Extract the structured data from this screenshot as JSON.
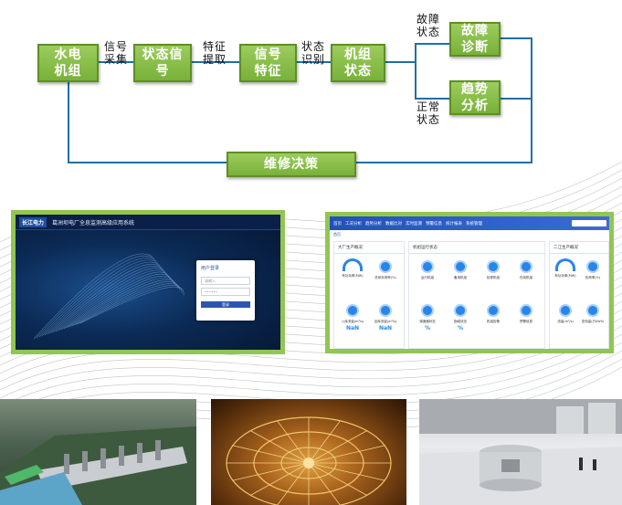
{
  "flow": {
    "nodes": {
      "hydro_unit": "水电\n机组",
      "state_signal": "状态信\n号",
      "signal_feature": "信号\n特征",
      "unit_state": "机组\n状态",
      "fault_diagnosis": "故障\n诊断",
      "trend_analysis": "趋势\n分析",
      "maintenance_decision": "维修决策"
    },
    "edge_labels": {
      "signal_acquisition": "信号\n采集",
      "feature_extraction": "特征\n提取",
      "state_recognition": "状态\n识别",
      "fault_state": "故障\n状态",
      "normal_state": "正常\n状态"
    }
  },
  "colors": {
    "node_green": "#78b139",
    "line_blue": "#1f6fa8",
    "panel_border": "#92c653",
    "dash_nav": "#2451b8"
  },
  "login_screen": {
    "logo": "长江电力",
    "system_name": "葛洲坝电厂全息监测高级应用系统",
    "box_title": "用户登录",
    "username_placeholder": "请输入",
    "password_placeholder": "••••••",
    "login_button": "登录"
  },
  "dashboard": {
    "nav_items": [
      "首页",
      "工况分析",
      "趋势分析",
      "数据比对",
      "实时监测",
      "预警信息",
      "统计报表",
      "系统管理"
    ],
    "breadcrumb": "首页",
    "cards": [
      {
        "title": "大厂生产概况",
        "items": [
          {
            "label": "有功功率(MW)",
            "value": ""
          },
          {
            "label": "总体负荷率(%)",
            "value": ""
          },
          {
            "label": "入库流量(m³/s)",
            "value": "NaN"
          },
          {
            "label": "出库流量(m³/s)",
            "value": "NaN"
          }
        ]
      },
      {
        "title": "机组运行状态",
        "items": [
          {
            "label": "运行机组",
            "value": ""
          },
          {
            "label": "备用机组",
            "value": ""
          },
          {
            "label": "检修机组",
            "value": ""
          },
          {
            "label": "在线机组",
            "value": ""
          },
          {
            "label": "调速器状态",
            "value": "%"
          },
          {
            "label": "励磁状态",
            "value": "%"
          },
          {
            "label": "机组告警",
            "value": ""
          },
          {
            "label": "预警信息",
            "value": ""
          }
        ]
      },
      {
        "title": "二江生产概况",
        "items": [
          {
            "label": "有功功率(MW)",
            "value": ""
          },
          {
            "label": "负荷率(%)",
            "value": ""
          },
          {
            "label": "流量(m³/s)",
            "value": ""
          },
          {
            "label": "发电量(万kWh)",
            "value": ""
          }
        ]
      }
    ]
  }
}
